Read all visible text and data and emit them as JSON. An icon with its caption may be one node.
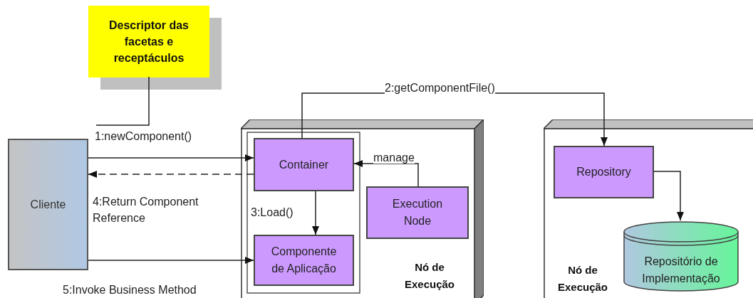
{
  "diagram": {
    "nodes": [
      {
        "text": [
          "Descriptor das facetas e receptáculos"
        ]
      },
      {
        "text": [
          "Cliente"
        ]
      },
      {
        "text": [
          "Nó de Execução"
        ]
      },
      {
        "text": [
          "Container"
        ],
        "in": 2
      },
      {
        "text": [
          "Componente de Aplicação"
        ],
        "in": 2
      },
      {
        "text": [
          "Execution Node"
        ],
        "in": 2
      },
      {
        "text": [
          "Nó de Execução"
        ]
      },
      {
        "text": [
          "Repository"
        ],
        "in": 6
      },
      {
        "text": [
          "Repositório de Implementação"
        ],
        "in": 6
      }
    ],
    "edges": [
      {
        "from": 0,
        "to": null,
        "arrow": "none"
      },
      {
        "from": 1,
        "to": 3,
        "arrow": "to",
        "label": "1:newComponent()"
      },
      {
        "from": 3,
        "to": 7,
        "arrow": "to",
        "label": "2:getComponentFile()"
      },
      {
        "from": 3,
        "to": 4,
        "arrow": "to",
        "label": "3:Load()"
      },
      {
        "from": 3,
        "to": 1,
        "arrow": "to",
        "label": "4:Return Component Reference",
        "style": "dashed"
      },
      {
        "from": 1,
        "to": 4,
        "arrow": "to",
        "label": "5:Invoke Business Method"
      },
      {
        "from": 5,
        "to": 3,
        "arrow": "to",
        "label": "manage"
      },
      {
        "from": 7,
        "to": 8,
        "arrow": "to"
      }
    ]
  }
}
